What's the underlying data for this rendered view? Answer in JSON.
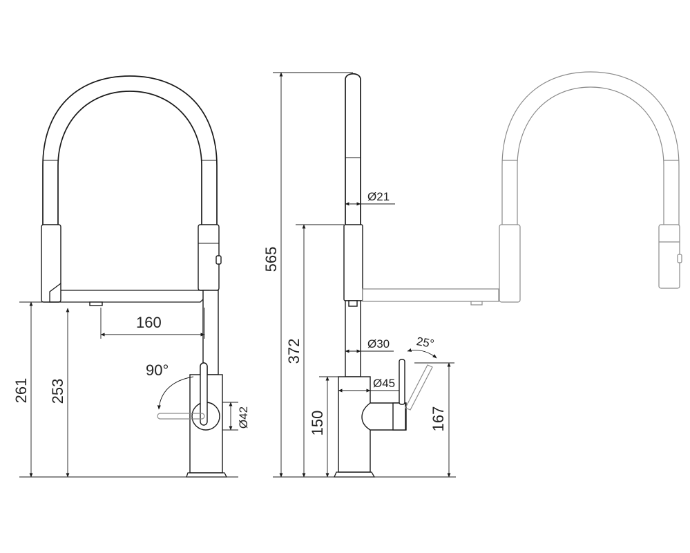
{
  "dimensions": {
    "spout_reach": "160",
    "total_height": "565",
    "spout_outlet_height": "261",
    "aerator_height": "253",
    "body_height": "372",
    "base_to_handle": "150",
    "handle_height": "167",
    "hose_diameter": "Ø21",
    "body_diameter": "Ø30",
    "base_diameter": "Ø45",
    "lever_diameter": "Ø42",
    "swivel_angle": "90°",
    "lever_angle": "25°"
  },
  "colors": {
    "line": "#1a1a1a",
    "ghost_line": "#8a8a8a",
    "background": "#ffffff"
  }
}
